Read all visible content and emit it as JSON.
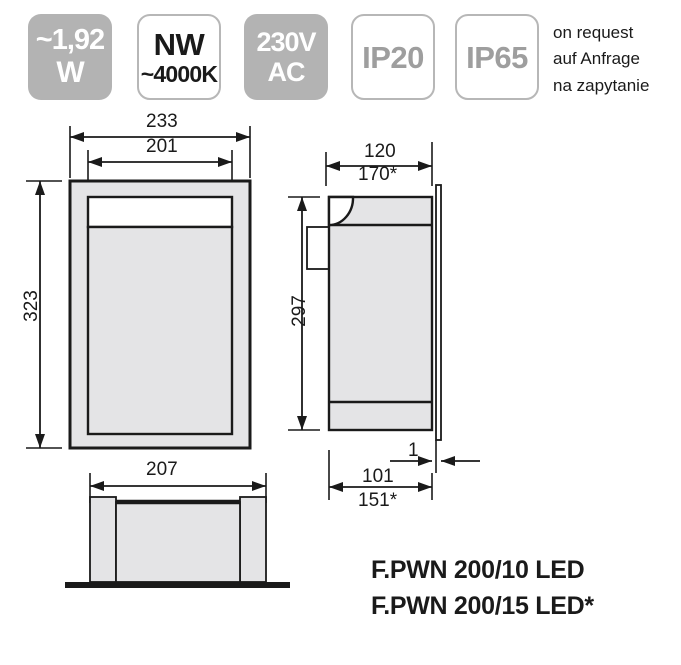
{
  "badges": [
    {
      "id": "power",
      "style": "filled",
      "line1": "~1,92",
      "line2": "W"
    },
    {
      "id": "color",
      "style": "outline",
      "line1": "NW",
      "line2": "~4000K"
    },
    {
      "id": "voltage",
      "style": "filled",
      "line1": "230V",
      "line2": "AC"
    },
    {
      "id": "ip20",
      "style": "outline",
      "line1": "IP20",
      "line2": ""
    },
    {
      "id": "ip65",
      "style": "outline",
      "line1": "IP65",
      "line2": ""
    }
  ],
  "request_note": {
    "line_en": "on request",
    "line_de": "auf Anfrage",
    "line_pl": "na zapytanie"
  },
  "front_view": {
    "dim_outer_width": "233",
    "dim_inner_width": "201",
    "dim_height": "323"
  },
  "side_view": {
    "dim_depth": "120",
    "dim_depth_alt": "170*",
    "dim_height": "297",
    "dim_plate": "1",
    "dim_recess": "101",
    "dim_recess_alt": "151*"
  },
  "bottom_view": {
    "dim_width": "207"
  },
  "product_names": {
    "name_1": "F.PWN 200/10 LED",
    "name_2": "F.PWN 200/15 LED*"
  },
  "colors": {
    "badge_fill": "#b3b3b3",
    "badge_outline_border": "#b7b7b7",
    "badge_outline_text": "#9e9e9e",
    "drawing_fill": "#e4e4e6",
    "line": "#1a1a1a"
  }
}
